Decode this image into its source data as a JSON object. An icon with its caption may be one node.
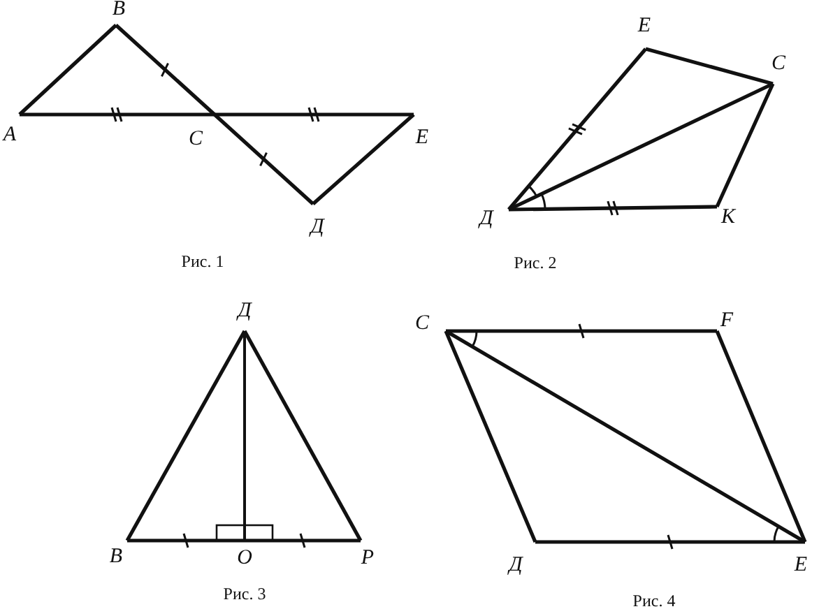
{
  "diagram": {
    "labels": [
      "B",
      "A",
      "C",
      "E",
      "Д",
      "Рис. 1",
      "E",
      "C",
      "Д",
      "K",
      "Рис. 2",
      "Д",
      "B",
      "O",
      "P",
      "Рис. 3",
      "C",
      "F",
      "Д",
      "E",
      "Рис. 4"
    ]
  }
}
